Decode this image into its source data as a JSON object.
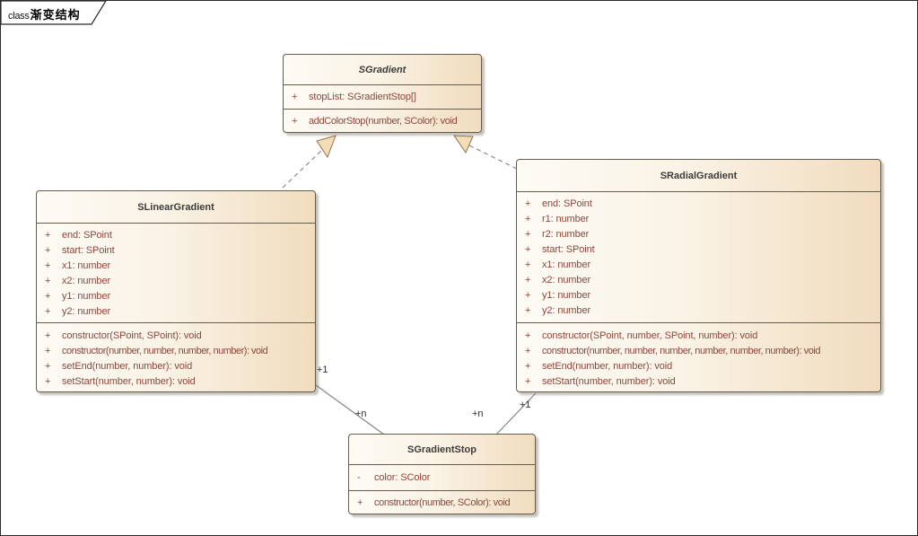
{
  "frame": {
    "tab_keyword": "class",
    "tab_title": "渐变结构"
  },
  "classes": [
    {
      "id": "sgradient",
      "name": "SGradient",
      "abstract": true,
      "attributes": [
        {
          "vis": "+",
          "text": "stopList: SGradientStop[]"
        }
      ],
      "methods": [
        {
          "vis": "+",
          "text": "addColorStop(number, SColor): void"
        }
      ]
    },
    {
      "id": "slineargradient",
      "name": "SLinearGradient",
      "abstract": false,
      "attributes": [
        {
          "vis": "+",
          "text": "end: SPoint"
        },
        {
          "vis": "+",
          "text": "start: SPoint"
        },
        {
          "vis": "+",
          "text": "x1: number"
        },
        {
          "vis": "+",
          "text": "x2: number"
        },
        {
          "vis": "+",
          "text": "y1: number"
        },
        {
          "vis": "+",
          "text": "y2: number"
        }
      ],
      "methods": [
        {
          "vis": "+",
          "text": "constructor(SPoint, SPoint): void"
        },
        {
          "vis": "+",
          "text": "constructor(number, number, number, number): void"
        },
        {
          "vis": "+",
          "text": "setEnd(number, number): void"
        },
        {
          "vis": "+",
          "text": "setStart(number, number): void"
        }
      ]
    },
    {
      "id": "sradialgradient",
      "name": "SRadialGradient",
      "abstract": false,
      "attributes": [
        {
          "vis": "+",
          "text": "end: SPoint"
        },
        {
          "vis": "+",
          "text": "r1: number"
        },
        {
          "vis": "+",
          "text": "r2: number"
        },
        {
          "vis": "+",
          "text": "start: SPoint"
        },
        {
          "vis": "+",
          "text": "x1: number"
        },
        {
          "vis": "+",
          "text": "x2: number"
        },
        {
          "vis": "+",
          "text": "y1: number"
        },
        {
          "vis": "+",
          "text": "y2: number"
        }
      ],
      "methods": [
        {
          "vis": "+",
          "text": "constructor(SPoint, number, SPoint, number): void"
        },
        {
          "vis": "+",
          "text": "constructor(number, number, number, number, number, number): void"
        },
        {
          "vis": "+",
          "text": "setEnd(number, number): void"
        },
        {
          "vis": "+",
          "text": "setStart(number, number): void"
        }
      ]
    },
    {
      "id": "sgradientstop",
      "name": "SGradientStop",
      "abstract": false,
      "attributes": [
        {
          "vis": "-",
          "text": "color: SColor"
        }
      ],
      "methods": [
        {
          "vis": "+",
          "text": "constructor(number, SColor): void"
        }
      ]
    }
  ],
  "relationships": {
    "linear_realizes_gradient": {
      "type": "realization",
      "style": "dashed-hollow-triangle"
    },
    "radial_realizes_gradient": {
      "type": "realization",
      "style": "dashed-hollow-triangle"
    },
    "linear_to_stop": {
      "type": "association",
      "source_label": "+1",
      "target_label": "+n"
    },
    "radial_to_stop": {
      "type": "association",
      "source_label": "+1",
      "target_label": "+n"
    }
  },
  "colors": {
    "box_fill_light": "#fdfbf5",
    "box_fill_dark": "#f1dcbe",
    "box_border": "#655c4e",
    "member_text": "#8c463c",
    "title_text": "#3c3c3c",
    "connector_stroke": "#8c8c8c",
    "triangle_fill": "#f3ddb7",
    "triangle_stroke": "#91724c",
    "frame_border": "#2b2b2b"
  }
}
